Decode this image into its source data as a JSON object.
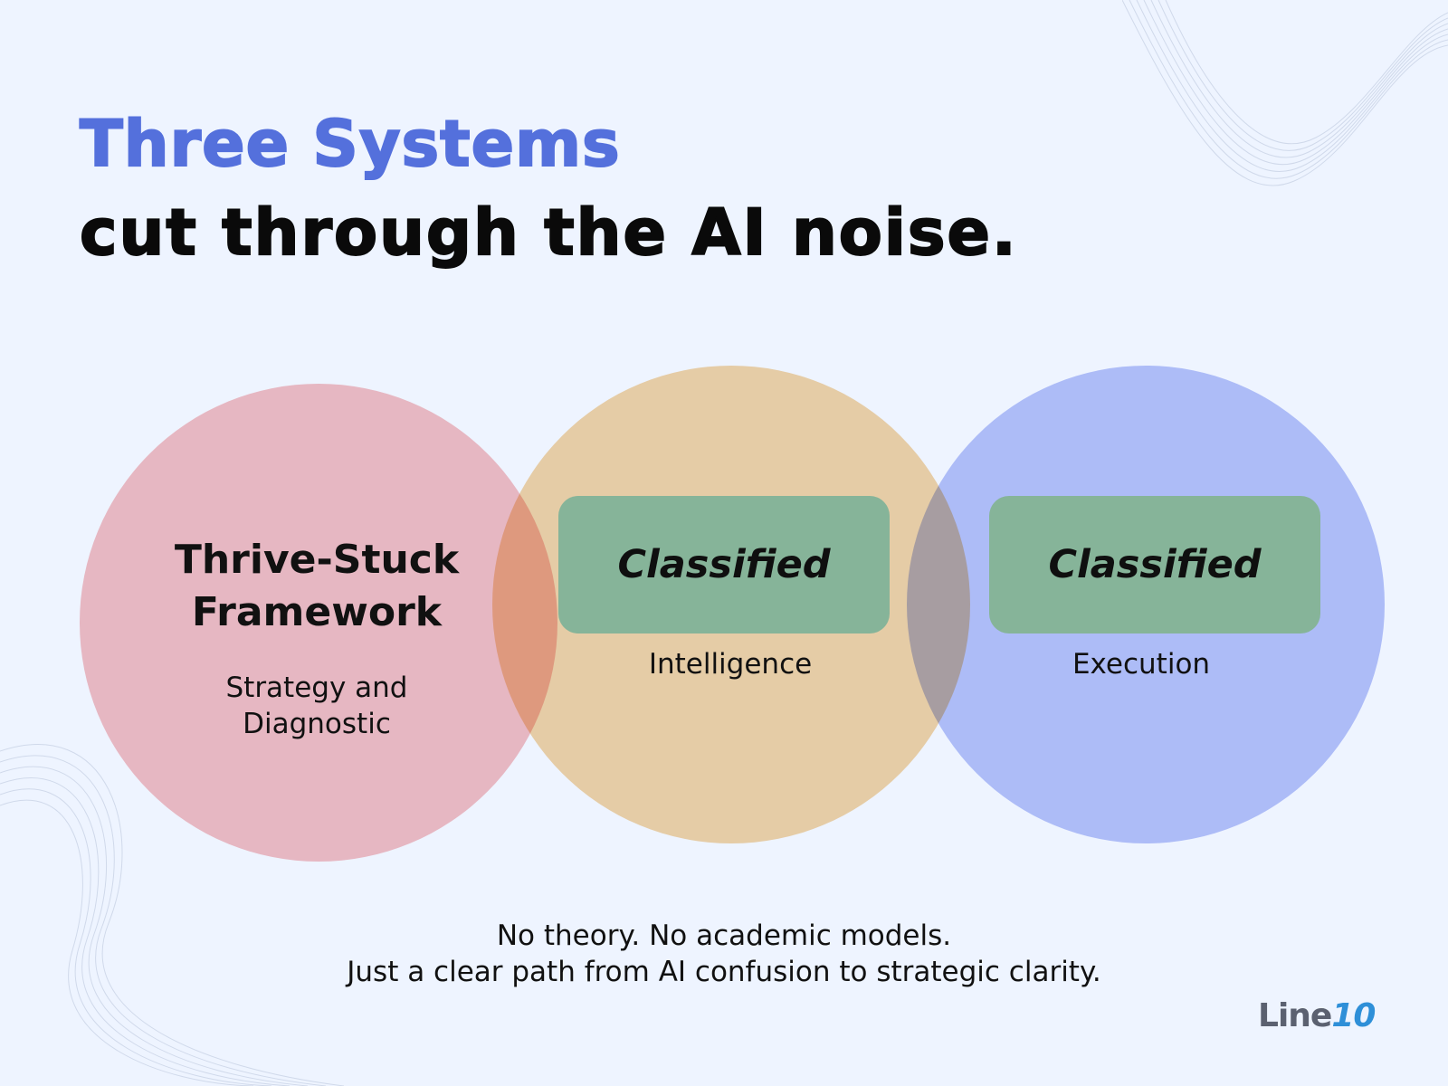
{
  "heading": {
    "line1": "Three Systems",
    "line2": "cut through the AI noise."
  },
  "systems": [
    {
      "title_line1": "Thrive-Stuck",
      "title_line2": "Framework",
      "subtitle_line1": "Strategy and",
      "subtitle_line2": "Diagnostic",
      "color": "#F7BFC2"
    },
    {
      "badge": "Classified",
      "subtitle": "Intelligence",
      "color": "#F6D5A6"
    },
    {
      "badge": "Classified",
      "subtitle": "Execution",
      "color": "#BAC5F7"
    }
  ],
  "badge_color": "#86B499",
  "footer": {
    "line1": "No theory. No academic models.",
    "line2": "Just a clear path from AI confusion to strategic clarity."
  },
  "logo": {
    "word": "Line",
    "number": "10"
  },
  "colors": {
    "background": "#EEF4FF",
    "accent": "#5470DC",
    "text": "#0A0A0A"
  }
}
